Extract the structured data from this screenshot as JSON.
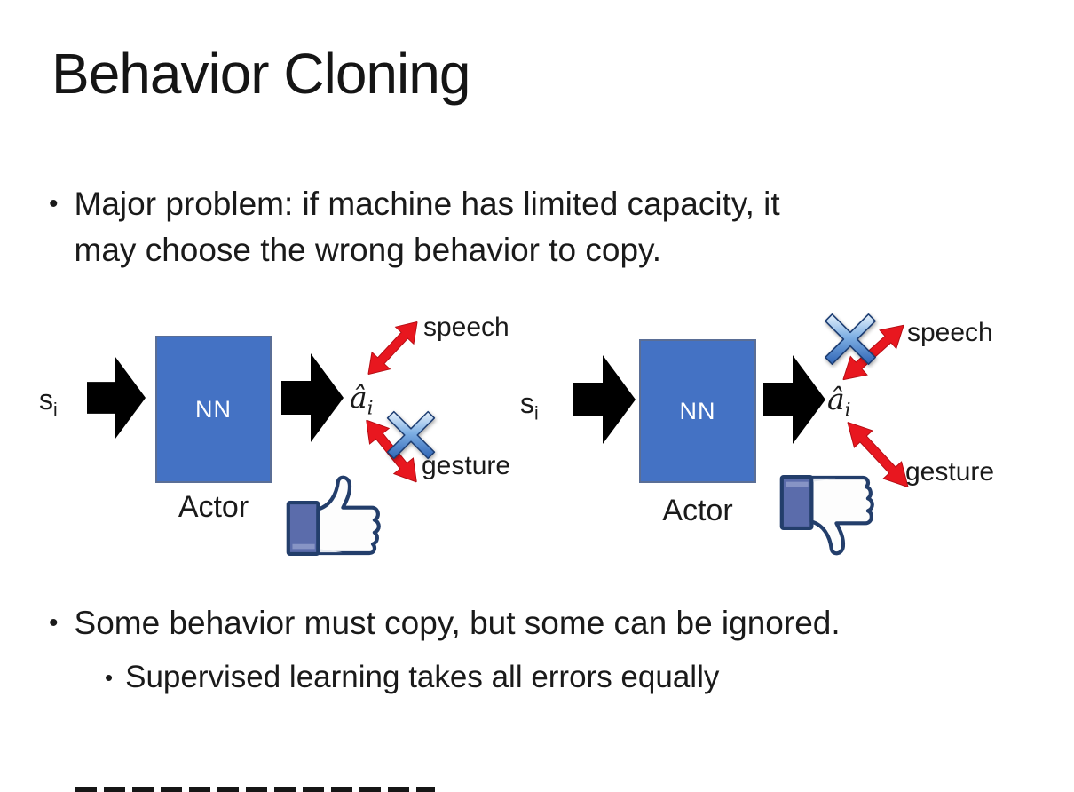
{
  "slide": {
    "title": "Behavior Cloning",
    "bullet_marker": "•",
    "bullets": {
      "main1": "Major problem: if machine has limited capacity, it\nmay choose the wrong behavior to copy.",
      "main2": "Some behavior must copy, but some can be ignored.",
      "sub1": "Supervised learning takes all errors equally"
    },
    "diagrams": [
      {
        "input": "s",
        "input_sub": "i",
        "box": "NN",
        "caption": "Actor",
        "output": "â",
        "output_sub": "i",
        "top_action": "speech",
        "bottom_action": "gesture",
        "crossed_action": "gesture",
        "feedback_icon": "thumbs-up-icon"
      },
      {
        "input": "s",
        "input_sub": "i",
        "box": "NN",
        "caption": "Actor",
        "output": "â",
        "output_sub": "i",
        "top_action": "speech",
        "bottom_action": "gesture",
        "crossed_action": "speech",
        "feedback_icon": "thumbs-down-icon"
      }
    ],
    "colors": {
      "nn_box_fill": "#4472C4",
      "nn_box_border": "#5a6e96",
      "flow_arrow": "#000000",
      "action_arrow_red": "#e8171f",
      "cross_blue": "#2f64b5",
      "thumb_outline": "#233e6b",
      "thumb_cuff": "#5b6cab",
      "text": "#1a1a1a"
    }
  }
}
